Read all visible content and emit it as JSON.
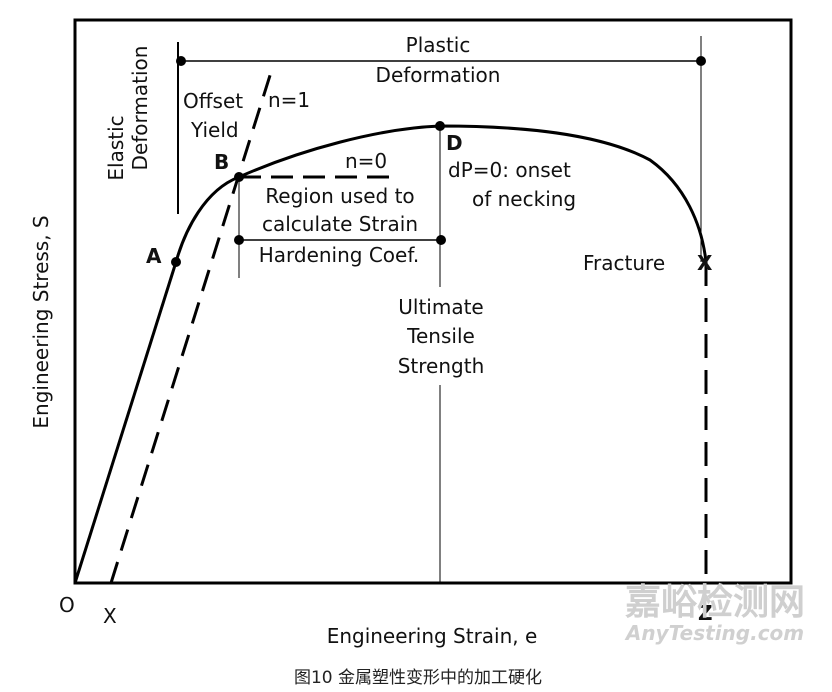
{
  "diagram": {
    "x_axis_label": "Engineering Strain, e",
    "y_axis_label": "Engineering Stress, S",
    "origin_label": "O",
    "offset_x_label": "X",
    "fracture_strain_label": "Z",
    "elastic_label_line1": "Elastic",
    "elastic_label_line2": "Deformation",
    "plastic_label_line1": "Plastic",
    "plastic_label_line2": "Deformation",
    "offset_yield_line1": "Offset",
    "offset_yield_line2": "Yield",
    "n1_label": "n=1",
    "n0_label": "n=0",
    "point_a": "A",
    "point_b": "B",
    "point_d": "D",
    "fracture_mark": "X",
    "region_line1": "Region used to",
    "region_line2": "calculate Strain",
    "region_line3": "Hardening Coef.",
    "necking_line1": "dP=0: onset",
    "necking_line2": "of necking",
    "uts_line1": "Ultimate",
    "uts_line2": "Tensile",
    "uts_line3": "Strength",
    "fracture_label": "Fracture"
  },
  "caption": "图10 金属塑性变形中的加工硬化",
  "watermark": {
    "line1": "嘉峪检测网",
    "line2": "AnyTesting.com"
  }
}
